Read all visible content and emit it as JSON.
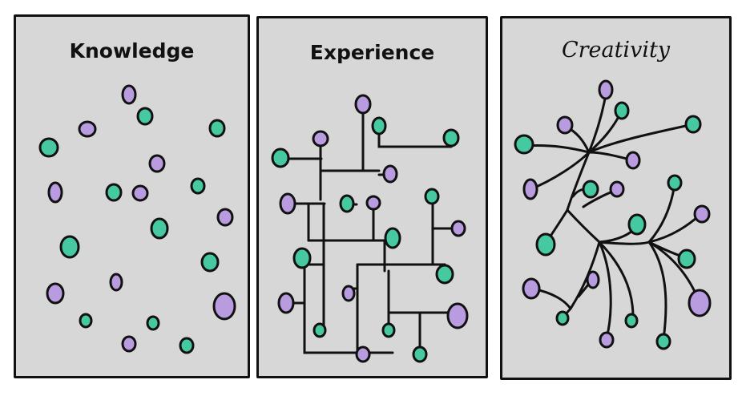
{
  "panels": [
    {
      "title": "Knowledge"
    },
    {
      "title": "Experience"
    },
    {
      "title": "Creativity"
    }
  ],
  "colors": {
    "background": "#d7d7d7",
    "outline": "#111111",
    "purple_dot": "#b99be0",
    "green_dot": "#46c9a0"
  }
}
